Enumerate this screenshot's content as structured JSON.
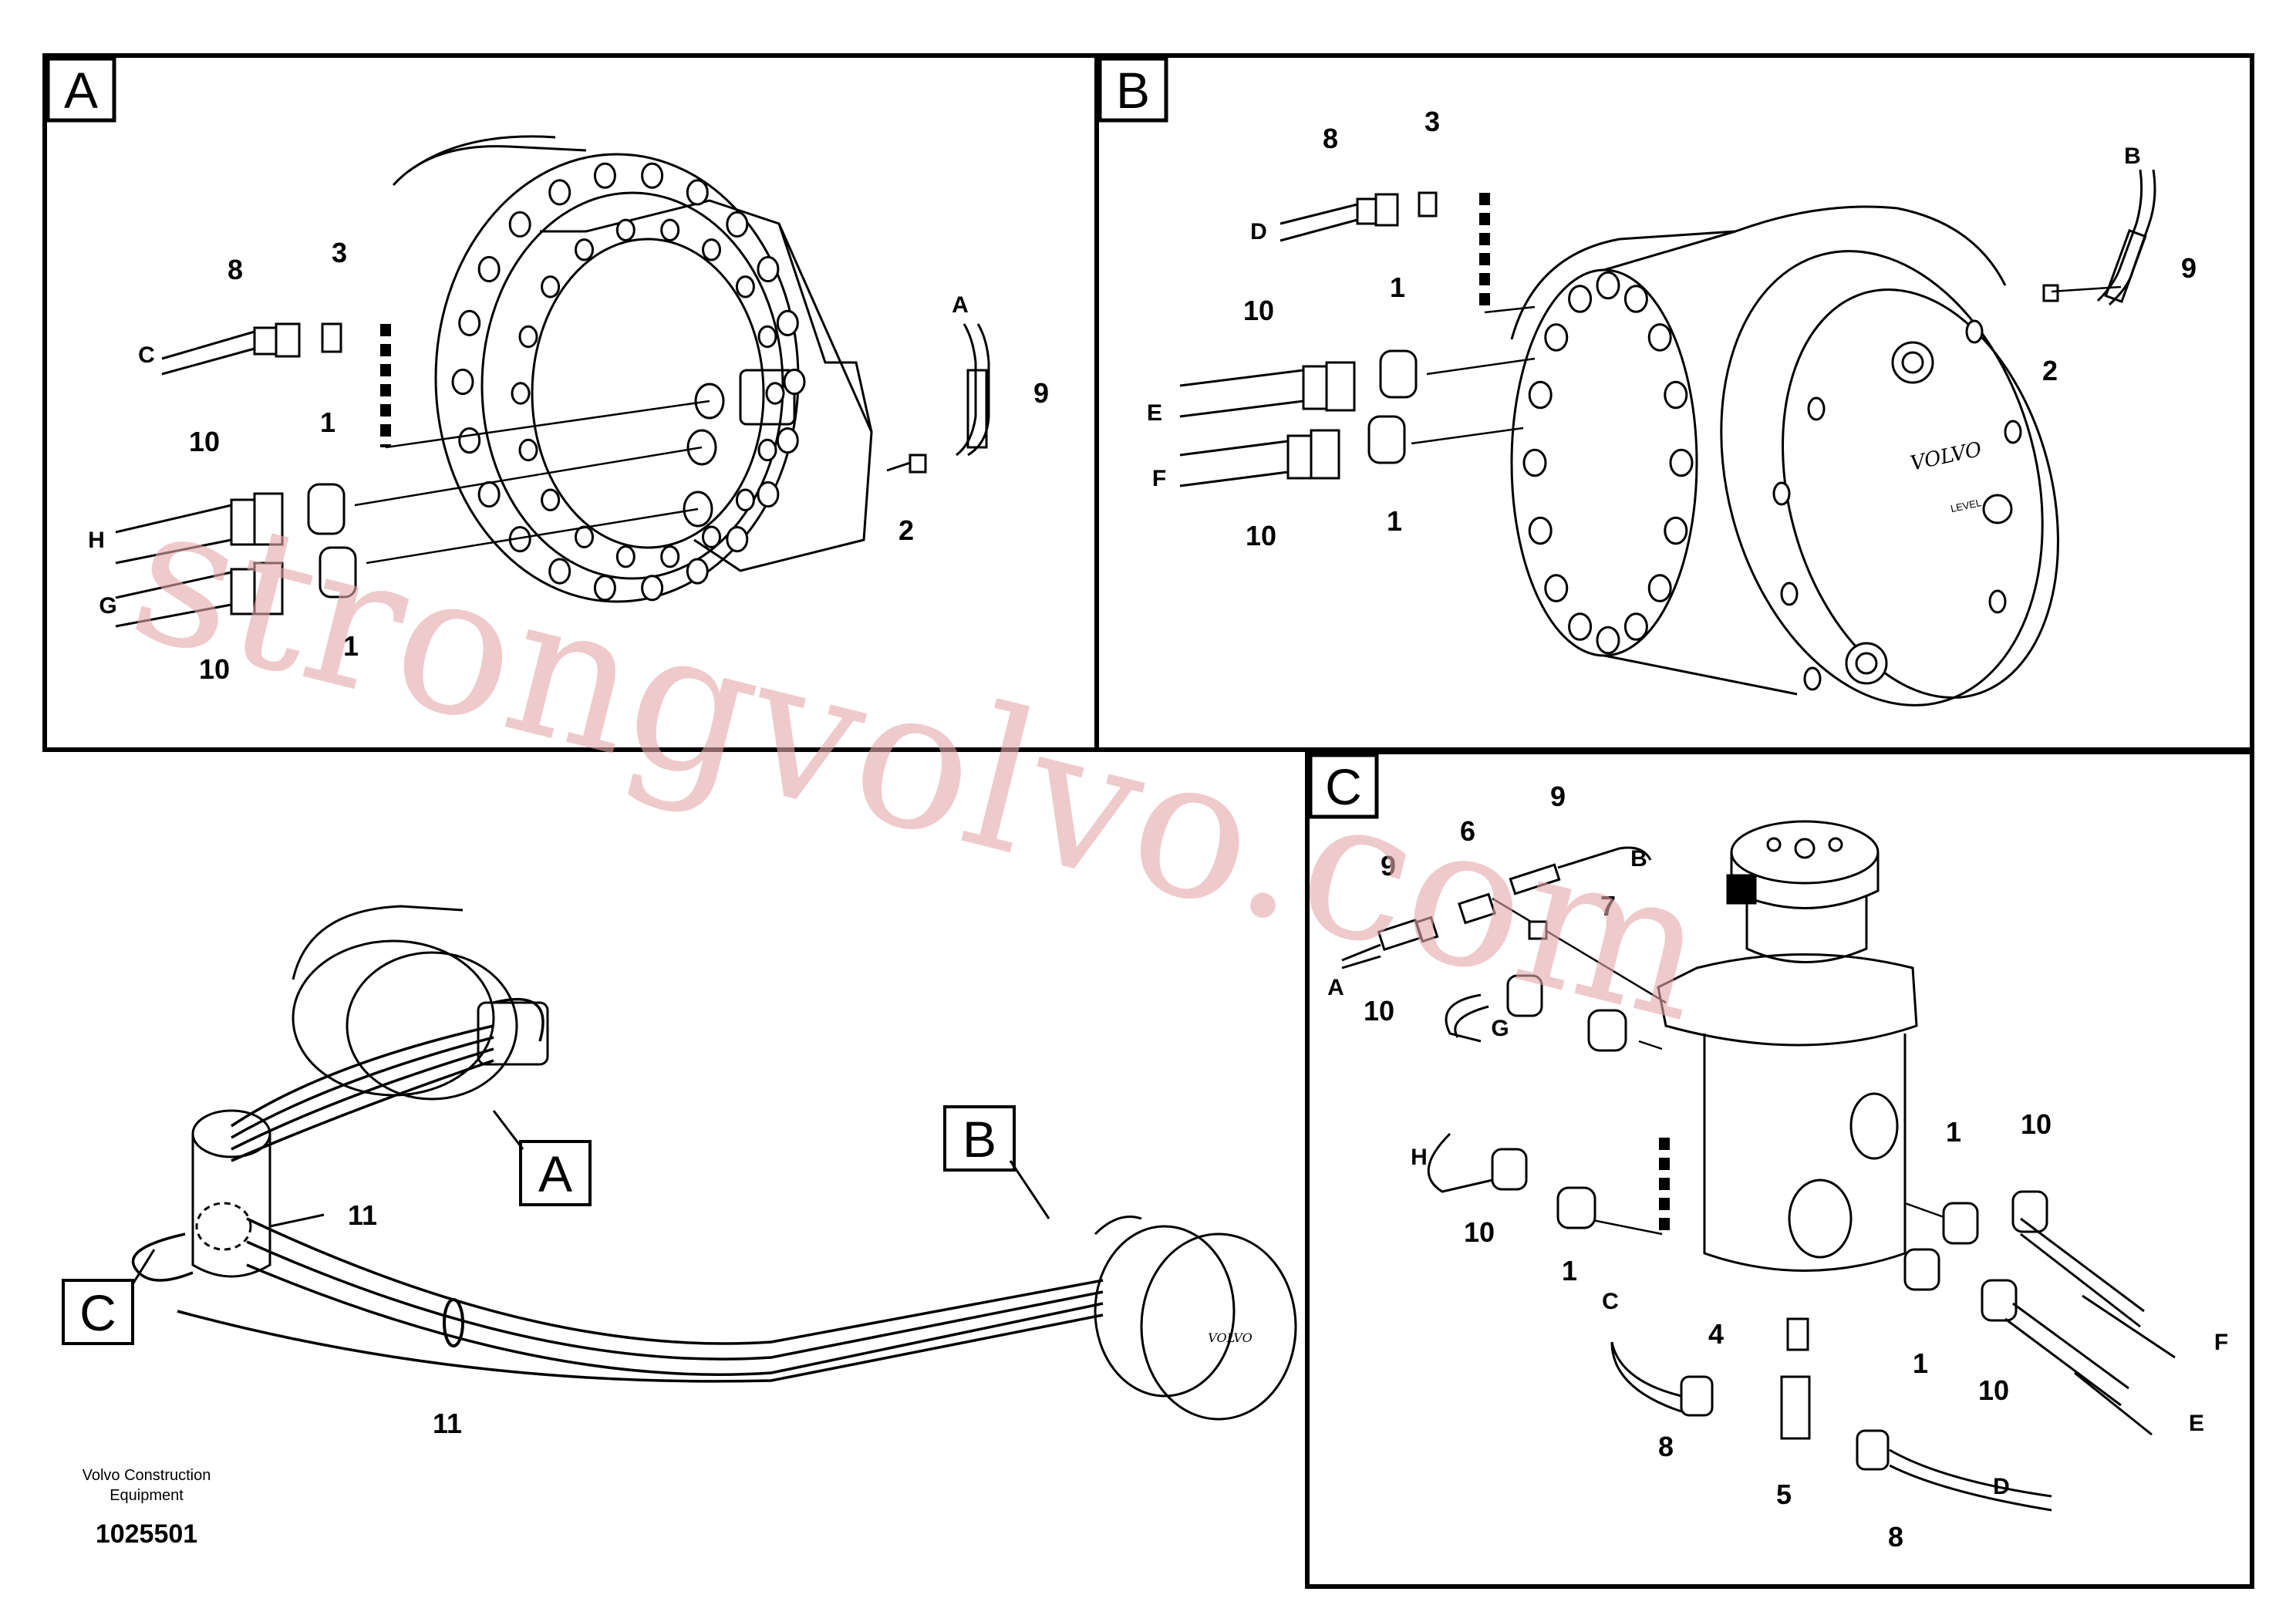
{
  "panels": {
    "A": {
      "tag": "A",
      "callouts": {
        "c8": "8",
        "c3": "3",
        "c1a": "1",
        "c10a": "10",
        "c10b": "10",
        "c1b": "1",
        "c2": "2",
        "c9": "9"
      },
      "ports": {
        "C": "C",
        "H": "H",
        "G": "G",
        "A": "A"
      }
    },
    "B": {
      "tag": "B",
      "callouts": {
        "c8": "8",
        "c3": "3",
        "c1a": "1",
        "c1b": "1",
        "c10a": "10",
        "c10b": "10",
        "c2": "2",
        "c9": "9"
      },
      "ports": {
        "D": "D",
        "E": "E",
        "F": "F",
        "B": "B"
      },
      "brand": "VOLVO",
      "level": "LEVEL"
    },
    "C": {
      "tag": "C",
      "callouts": {
        "c9a": "9",
        "c6": "6",
        "c9b": "9",
        "c7": "7",
        "c10a": "10",
        "c1a": "1",
        "c10b": "10",
        "c1b": "1",
        "c1c": "1",
        "c10c": "10",
        "c10d": "10",
        "c4": "4",
        "c8a": "8",
        "c5": "5",
        "c8b": "8"
      },
      "ports": {
        "A": "A",
        "B": "B",
        "G": "G",
        "H": "H",
        "F": "F",
        "E": "E",
        "C": "C",
        "D": "D"
      }
    },
    "overview": {
      "tags": {
        "A": "A",
        "B": "B",
        "C": "C"
      },
      "callouts": {
        "c11a": "11",
        "c11b": "11"
      },
      "brand": "VOLVO"
    }
  },
  "footer": {
    "company_line1": "Volvo Construction",
    "company_line2": "Equipment",
    "doc_id": "1025501"
  },
  "watermark": "strongvolvo.com"
}
